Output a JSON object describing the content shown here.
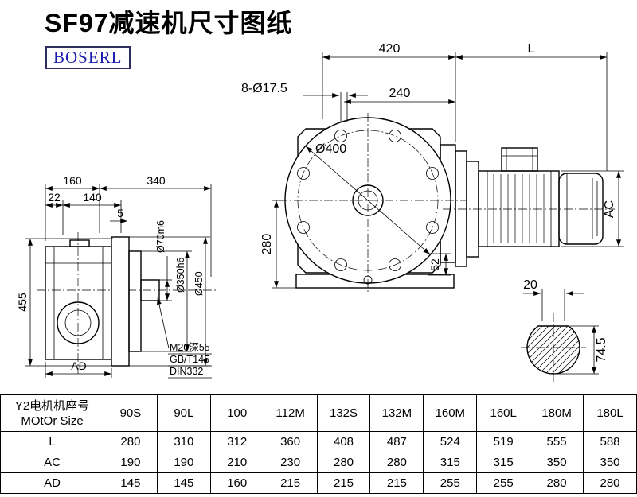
{
  "page": {
    "title": "SF97减速机尺寸图纸",
    "logo_text": "BOSERL",
    "logo_color": "#1c1cb0",
    "logo_border_color": "#2f2f5f"
  },
  "drawing": {
    "dims": {
      "d420": "420",
      "dL": "L",
      "d240": "240",
      "bolts": "8-Ø17.5",
      "d400": "Ø400",
      "d280": "280",
      "d52": "52",
      "dAC": "AC",
      "d160": "160",
      "d340": "340",
      "d22": "22",
      "d140": "140",
      "d5": "5",
      "d455": "455",
      "dAD": "AD",
      "d70": "Ø70m6",
      "d350": "Ø350h6",
      "d450": "Ø450",
      "note1": "M20深55",
      "note2": "GB/T145",
      "note3": "DIN332",
      "d20": "20",
      "d745": "74.5"
    }
  },
  "table": {
    "header_line1": "Y2电机机座号",
    "header_line2": "MOtOr Size",
    "sizes": [
      "90S",
      "90L",
      "100",
      "112M",
      "132S",
      "132M",
      "160M",
      "160L",
      "180M",
      "180L"
    ],
    "rows": [
      {
        "label": "L",
        "values": [
          "280",
          "310",
          "312",
          "360",
          "408",
          "487",
          "524",
          "519",
          "555",
          "588"
        ]
      },
      {
        "label": "AC",
        "values": [
          "190",
          "190",
          "210",
          "230",
          "280",
          "280",
          "315",
          "315",
          "350",
          "350"
        ]
      },
      {
        "label": "AD",
        "values": [
          "145",
          "145",
          "160",
          "215",
          "215",
          "215",
          "255",
          "255",
          "280",
          "280"
        ]
      }
    ]
  }
}
